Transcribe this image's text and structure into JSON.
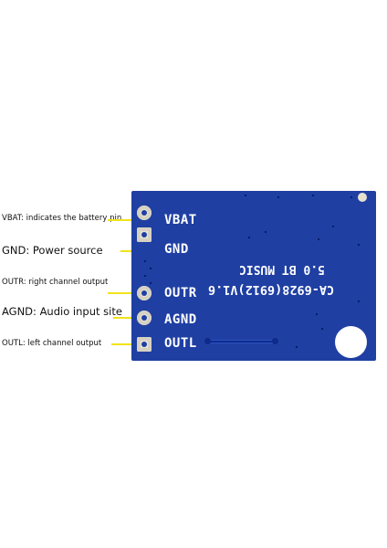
{
  "callouts": [
    {
      "text": "VBAT: indicates the battery pin"
    },
    {
      "text": "GND: Power source"
    },
    {
      "text": "OUTR: right channel output"
    },
    {
      "text": "AGND: Audio input site"
    },
    {
      "text": "OUTL: left channel output"
    }
  ],
  "board": {
    "pins": [
      "VBAT",
      "GND",
      "OUTR",
      "AGND",
      "OUTL"
    ],
    "silkscreen_line1": "5.0 BT MUSIC",
    "silkscreen_line2": "CA-6928(6912)V1.6"
  },
  "colors": {
    "board": "#1f3fa3",
    "arrow": "#f2e21a",
    "pad": "#e8e4d8"
  }
}
